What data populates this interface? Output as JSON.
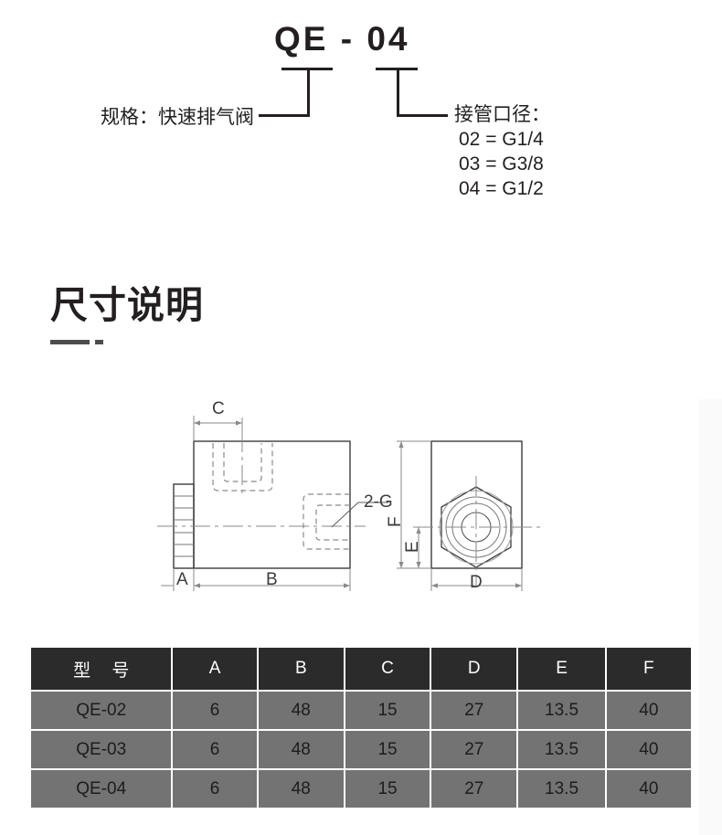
{
  "model_code": {
    "title": "QE - 04",
    "spec_label": "规格：快速排气阀",
    "port_label_title": "接管口径：",
    "port_options": [
      "02 = G1/4",
      "03 = G3/8",
      "04 = G1/2"
    ]
  },
  "section": {
    "heading": "尺寸说明"
  },
  "drawing": {
    "labels": {
      "a": "A",
      "b": "B",
      "c": "C",
      "d": "D",
      "e": "E",
      "f": "F",
      "ports": "2-G"
    }
  },
  "table": {
    "headers": [
      "型 号",
      "A",
      "B",
      "C",
      "D",
      "E",
      "F"
    ],
    "rows": [
      {
        "model": "QE-02",
        "a": "6",
        "b": "48",
        "c": "15",
        "d": "27",
        "e": "13.5",
        "f": "40"
      },
      {
        "model": "QE-03",
        "a": "6",
        "b": "48",
        "c": "15",
        "d": "27",
        "e": "13.5",
        "f": "40"
      },
      {
        "model": "QE-04",
        "a": "6",
        "b": "48",
        "c": "15",
        "d": "27",
        "e": "13.5",
        "f": "40"
      }
    ]
  },
  "colors": {
    "header_bg": "#2b2b2b",
    "row_bg": "#737373",
    "ink": "#231f20"
  }
}
